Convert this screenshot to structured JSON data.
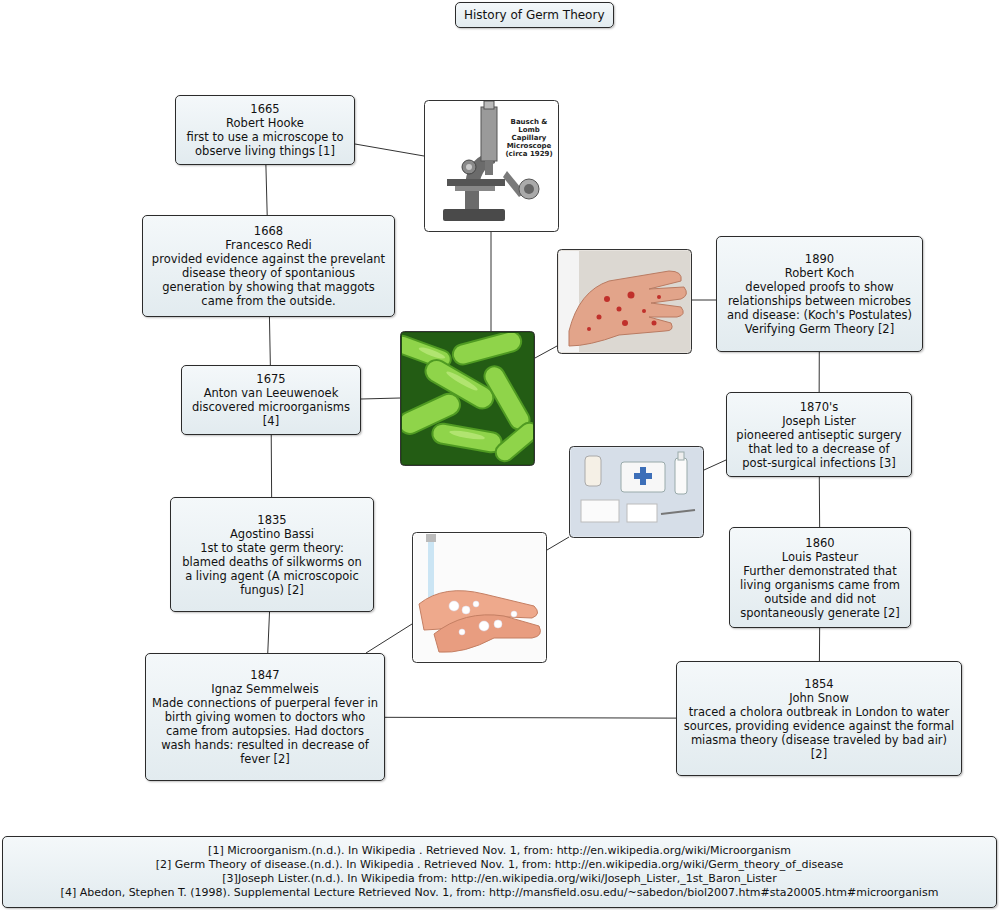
{
  "diagram": {
    "title": "History of Germ Theory",
    "nodes": [
      {
        "text": [
          "1665",
          "Robert Hooke",
          "first to use a microscope to observe living things [1]"
        ]
      },
      {
        "text": [
          "1668",
          "Francesco Redi",
          "provided evidence against the prevelant disease theory of spontanious generation by showing that maggots came from the outside."
        ]
      },
      {
        "text": [
          "1675",
          "Anton van Leeuwenoek",
          "discovered microorganisms [4]"
        ]
      },
      {
        "text": [
          "1835",
          "Agostino Bassi",
          "1st to state germ theory: blamed deaths of silkworms on a living agent (A microscopoic fungus) [2]"
        ]
      },
      {
        "text": [
          "1847",
          "Ignaz Semmelweis",
          "Made connections of puerperal fever in birth giving women to doctors who came from autopsies. Had doctors wash hands: resulted in decrease of fever [2]"
        ]
      },
      {
        "text": [
          "1854",
          "John Snow",
          "traced a cholora outbreak in London to water sources, providing evidence against the formal miasma theory (disease traveled by bad air) [2]"
        ]
      },
      {
        "text": [
          "1860",
          "Louis Pasteur",
          "Further demonstrated that living organisms came from outside and did not spontaneously generate [2]"
        ]
      },
      {
        "text": [
          "1870's",
          "Joseph Lister",
          "pioneered antiseptic surgery that led to a decrease of post-surgical infections [3]"
        ]
      },
      {
        "text": [
          "1890",
          "Robert Koch",
          "developed proofs to show relationships between microbes and disease: (Koch's Postulates) Verifying Germ Theory [2]"
        ]
      },
      {
        "text": [
          "[1] Microorganism.(n.d.). In Wikipedia . Retrieved Nov. 1, from: http://en.wikipedia.org/wiki/Microorganism",
          "[2] Germ Theory of disease.(n.d.). In Wikipedia . Retrieved Nov. 1, from: http://en.wikipedia.org/wiki/Germ_theory_of_disease",
          "[3]Joseph Lister.(n.d.). In Wikipedia from: http://en.wikipedia.org/wiki/Joseph_Lister,_1st_Baron_Lister",
          "[4] Abedon, Stephen T. (1998). Supplemental Lecture  Retrieved Nov. 1, from: http://mansfield.osu.edu/~sabedon/biol2007.htm#sta20005.htm#microorganism"
        ]
      }
    ],
    "edges": [
      {
        "from": 0,
        "to": 1,
        "arrow": "none"
      },
      {
        "from": 1,
        "to": 2,
        "arrow": "none"
      },
      {
        "from": 2,
        "to": 3,
        "arrow": "none"
      },
      {
        "from": 3,
        "to": 4,
        "arrow": "none"
      },
      {
        "from": 4,
        "to": 5,
        "arrow": "none"
      },
      {
        "from": 5,
        "to": 6,
        "arrow": "none"
      },
      {
        "from": 6,
        "to": 7,
        "arrow": "none"
      },
      {
        "from": 7,
        "to": 8,
        "arrow": "none"
      }
    ],
    "labels": [
      "Bausch & Lomb Capillary Microscope (circa 1929)"
    ]
  }
}
